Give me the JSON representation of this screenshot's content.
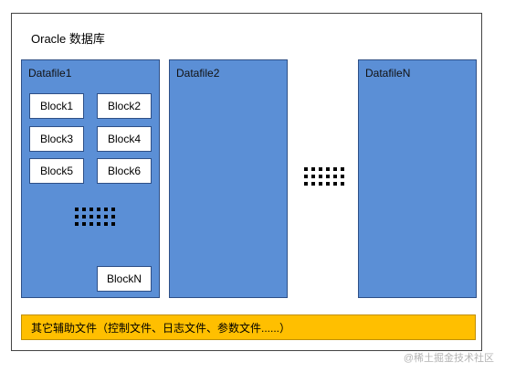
{
  "title": "Oracle 数据库",
  "datafiles": [
    {
      "label": "Datafile1",
      "blocks": [
        "Block1",
        "Block2",
        "Block3",
        "Block4",
        "Block5",
        "Block6"
      ],
      "last_block": "BlockN"
    },
    {
      "label": "Datafile2"
    },
    {
      "label": "DatafileN"
    }
  ],
  "aux_bar": "其它辅助文件（控制文件、日志文件、参数文件......）",
  "watermark": "@稀土掘金技术社区",
  "colors": {
    "datafile": "#5b8fd6",
    "aux_bar": "#ffbf00"
  }
}
